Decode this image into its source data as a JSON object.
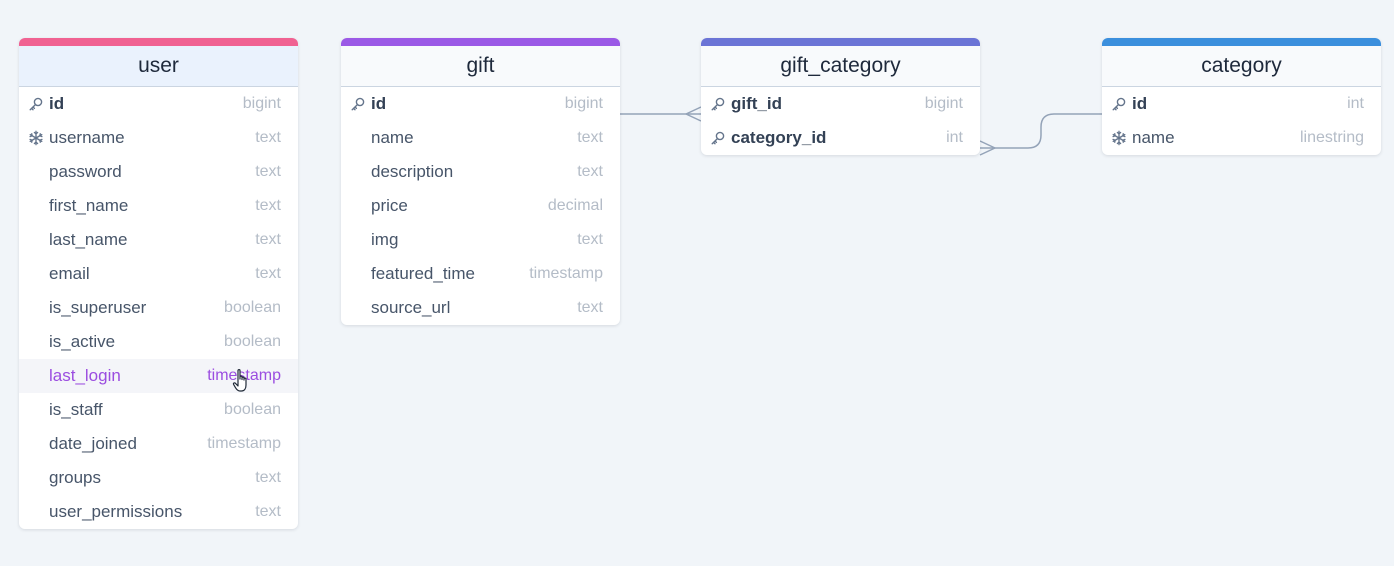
{
  "colors": {
    "background": "#f1f5f9",
    "connector": "#94a3b8",
    "icon": "#64748b",
    "highlight_text": "#9b4de0"
  },
  "tables": [
    {
      "name": "user",
      "accent": "#f06292",
      "header_bg": "#eaf2fd",
      "fields": [
        {
          "name": "id",
          "type": "bigint",
          "icon": "key-icon",
          "pk": true
        },
        {
          "name": "username",
          "type": "text",
          "icon": "snowflake-icon"
        },
        {
          "name": "password",
          "type": "text"
        },
        {
          "name": "first_name",
          "type": "text"
        },
        {
          "name": "last_name",
          "type": "text"
        },
        {
          "name": "email",
          "type": "text"
        },
        {
          "name": "is_superuser",
          "type": "boolean"
        },
        {
          "name": "is_active",
          "type": "boolean"
        },
        {
          "name": "last_login",
          "type": "timestamp",
          "highlighted": true
        },
        {
          "name": "is_staff",
          "type": "boolean"
        },
        {
          "name": "date_joined",
          "type": "timestamp"
        },
        {
          "name": "groups",
          "type": "text"
        },
        {
          "name": "user_permissions",
          "type": "text"
        }
      ]
    },
    {
      "name": "gift",
      "accent": "#9b59e6",
      "header_bg": "#f8fafc",
      "fields": [
        {
          "name": "id",
          "type": "bigint",
          "icon": "key-icon",
          "pk": true
        },
        {
          "name": "name",
          "type": "text"
        },
        {
          "name": "description",
          "type": "text"
        },
        {
          "name": "price",
          "type": "decimal"
        },
        {
          "name": "img",
          "type": "text"
        },
        {
          "name": "featured_time",
          "type": "timestamp"
        },
        {
          "name": "source_url",
          "type": "text"
        }
      ]
    },
    {
      "name": "gift_category",
      "accent": "#6b74d6",
      "header_bg": "#f8fafc",
      "fields": [
        {
          "name": "gift_id",
          "type": "bigint",
          "icon": "key-icon",
          "pk": true
        },
        {
          "name": "category_id",
          "type": "int",
          "icon": "key-icon",
          "pk": true
        }
      ]
    },
    {
      "name": "category",
      "accent": "#3b8fdd",
      "header_bg": "#f8fafc",
      "fields": [
        {
          "name": "id",
          "type": "int",
          "icon": "key-icon",
          "pk": true
        },
        {
          "name": "name",
          "type": "linestring",
          "icon": "snowflake-icon"
        }
      ]
    }
  ],
  "relationships": [
    {
      "from_table": "gift",
      "from_field": "id",
      "to_table": "gift_category",
      "to_field": "gift_id",
      "cardinality": "one-to-many"
    },
    {
      "from_table": "category",
      "from_field": "id",
      "to_table": "gift_category",
      "to_field": "category_id",
      "cardinality": "one-to-many"
    }
  ]
}
